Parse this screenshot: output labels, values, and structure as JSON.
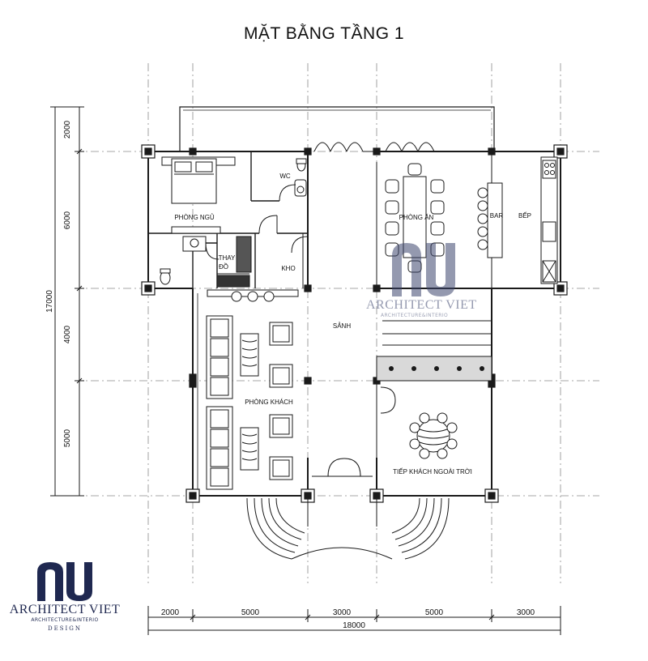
{
  "title": "MẶT BẰNG TẦNG 1",
  "rooms": {
    "bedroom": "PHÒNG NGỦ",
    "wc": "WC",
    "changing_1": "THAY",
    "changing_2": "ĐỒ",
    "storage": "KHO",
    "dining": "PHÒNG ĂN",
    "bar": "BAR",
    "kitchen": "BẾP",
    "hall": "SẢNH",
    "living": "PHÒNG KHÁCH",
    "outdoor": "TIẾP KHÁCH NGOÀI TRỜI"
  },
  "dimensions": {
    "left": [
      "2000",
      "6000",
      "4000",
      "5000"
    ],
    "left_total": "17000",
    "bottom": [
      "2000",
      "5000",
      "3000",
      "5000",
      "3000"
    ],
    "bottom_total": "18000"
  },
  "logo": {
    "mark": "nu",
    "name": "ARCHITECT VIET",
    "sub": "ARCHITECTURE&INTERIO",
    "design": "DESIGN"
  },
  "watermark": {
    "name": "ARCHITECT VIET",
    "sub": "ARCHITECTURE&INTERIO"
  },
  "colors": {
    "line": "#1a1a1a",
    "grid": "#8a8a8a",
    "brand": "#1f2850"
  }
}
